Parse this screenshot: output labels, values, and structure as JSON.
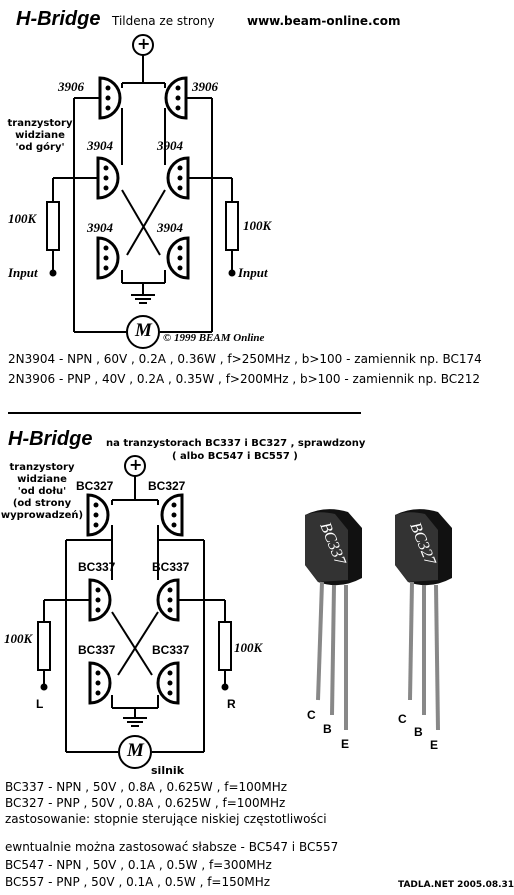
{
  "top": {
    "title": "H-Bridge",
    "subtitle": "Tildena    ze strony",
    "url": "www.beam-online.com",
    "plus": "+",
    "view_note": [
      "tranzystory",
      "widziane",
      "'od góry'"
    ],
    "pnp_label": "3906",
    "npn_label": "3904",
    "resistor": "100K",
    "input": "Input",
    "motor": "M",
    "copyright": "© 1999 BEAM Online",
    "spec1": "2N3904 - NPN , 60V , 0.2A , 0.36W , f>250MHz , b>100 - zamiennik np. BC174",
    "spec2": "2N3906 - PNP , 40V , 0.2A , 0.35W , f>200MHz , b>100 - zamiennik np. BC212"
  },
  "bottom": {
    "title": "H-Bridge",
    "subtitle1": "na tranzystorach BC337 i BC327 , sprawdzony",
    "subtitle2": "( albo BC547 i BC557 )",
    "plus": "+",
    "view_note": [
      "tranzystory",
      "widziane",
      "'od dołu'",
      "(od strony",
      "wyprowadzeń)"
    ],
    "pnp_label": "BC327",
    "npn_label": "BC337",
    "resistor": "100K",
    "left_input": "L",
    "right_input": "R",
    "motor": "M",
    "motor_label": "silnik",
    "package1": "BC337",
    "package2": "BC327",
    "pin_c": "C",
    "pin_b": "B",
    "pin_e": "E",
    "spec1": "BC337 - NPN , 50V , 0.8A , 0.625W , f=100MHz",
    "spec2": "BC327 - PNP , 50V , 0.8A , 0.625W , f=100MHz",
    "spec3": "zastosowanie: stopnie sterujące niskiej częstotliwości",
    "spec4": "ewntualnie można zastosować słabsze - BC547 i BC557",
    "spec5": "BC547 - NPN , 50V , 0.1A , 0.5W , f=300MHz",
    "spec6": "BC557 - PNP , 50V , 0.1A , 0.5W , f=150MHz",
    "credit": "TADLA.NET 2005.08.31"
  }
}
